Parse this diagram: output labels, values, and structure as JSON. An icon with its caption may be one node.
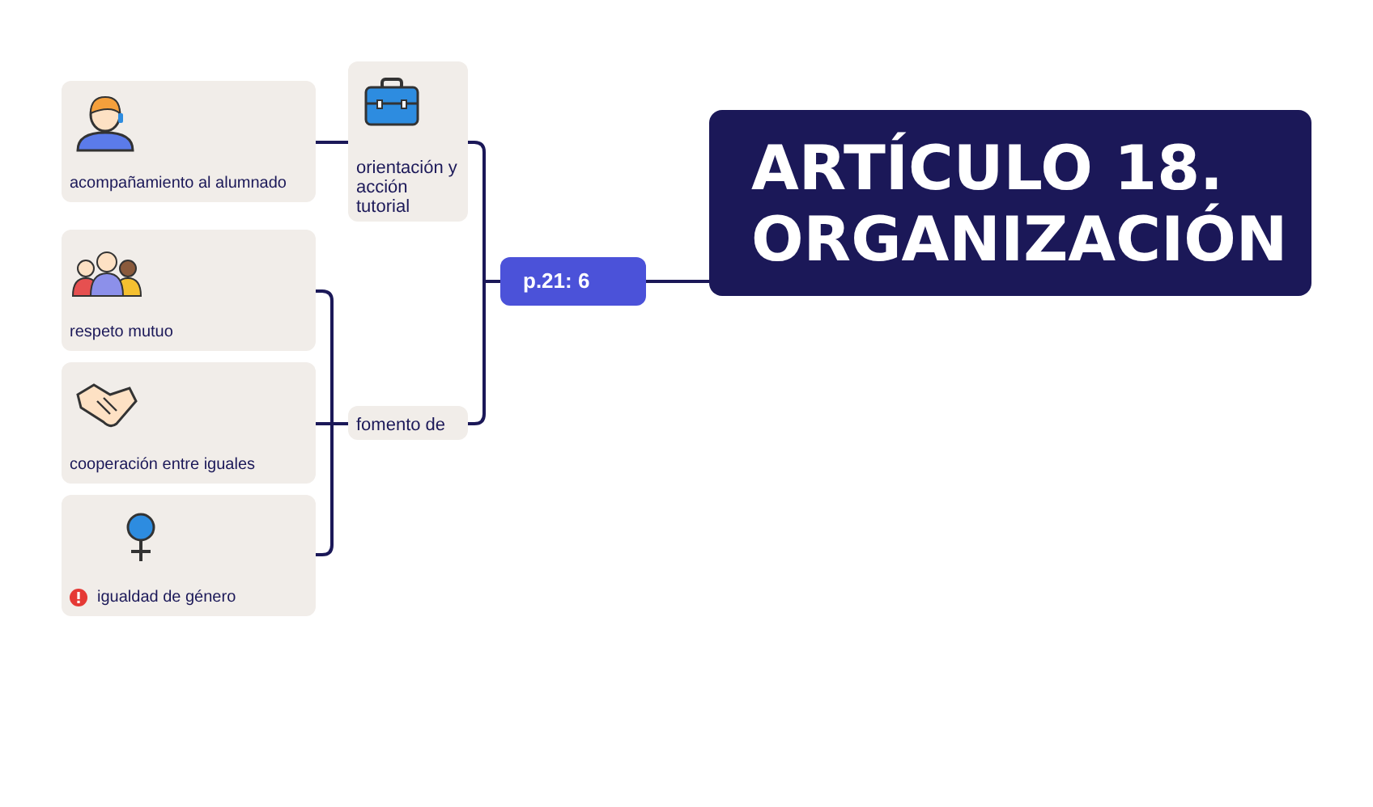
{
  "diagram": {
    "nodes": [
      {
        "text": [
          "ARTÍCULO 18. ORGANIZACIÓN"
        ]
      },
      {
        "text": [
          "p.21: 6"
        ]
      },
      {
        "text": [
          "orientación y acción tutorial"
        ]
      },
      {
        "text": [
          "fomento de"
        ]
      },
      {
        "text": [
          "acompañamiento al alumnado"
        ]
      },
      {
        "text": [
          "respeto mutuo"
        ]
      },
      {
        "text": [
          "cooperación entre iguales"
        ]
      },
      {
        "text": [
          "igualdad de género"
        ]
      }
    ],
    "edges": [
      {
        "from": 0,
        "to": 1,
        "arrow": "none"
      },
      {
        "from": 1,
        "to": 2,
        "arrow": "none"
      },
      {
        "from": 1,
        "to": 3,
        "arrow": "none"
      },
      {
        "from": 2,
        "to": 4,
        "arrow": "none"
      },
      {
        "from": 3,
        "to": 5,
        "arrow": "none"
      },
      {
        "from": 3,
        "to": 6,
        "arrow": "none"
      },
      {
        "from": 3,
        "to": 7,
        "arrow": "none"
      }
    ]
  }
}
